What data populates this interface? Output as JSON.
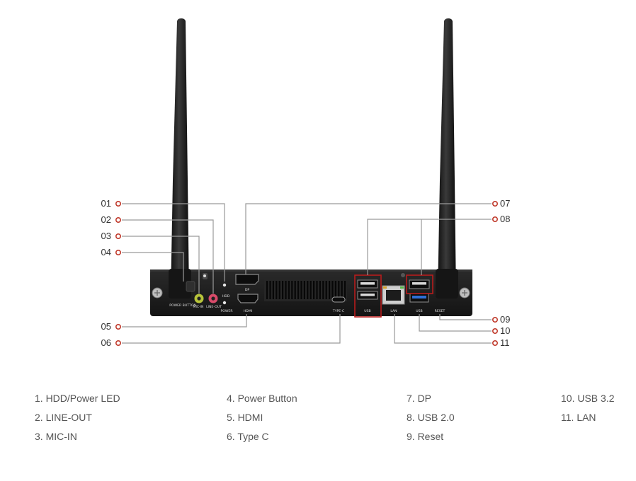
{
  "colors": {
    "callout_marker": "#c0392b",
    "leader_line": "#9a9a9a",
    "highlight_box": "#b71c1c",
    "chassis": "#1b1b1b",
    "antenna": "#222222",
    "usb3_port": "#2f6fd6",
    "mic_jack": "#b7c43a",
    "line_out_jack": "#d94b6a"
  },
  "device": {
    "silk_power_button": "POWER BUTTON",
    "silk_mic_in": "MIC-IN",
    "silk_line_out": "LINE-OUT",
    "silk_hdd": "HDD",
    "silk_power": "POWER",
    "silk_dp": "DP",
    "silk_hdmi": "HDMI",
    "silk_type_c": "TYPE-C",
    "silk_usb_left": "USB",
    "silk_lan": "LAN",
    "silk_usb_right": "USB",
    "silk_reset": "RESET"
  },
  "callouts": [
    {
      "num": "01"
    },
    {
      "num": "02"
    },
    {
      "num": "03"
    },
    {
      "num": "04"
    },
    {
      "num": "05"
    },
    {
      "num": "06"
    },
    {
      "num": "07"
    },
    {
      "num": "08"
    },
    {
      "num": "09"
    },
    {
      "num": "10"
    },
    {
      "num": "11"
    }
  ],
  "legend": {
    "col1": [
      "1. HDD/Power LED",
      "2. LINE-OUT",
      "3. MIC-IN"
    ],
    "col2": [
      "4. Power Button",
      "5. HDMI",
      "6. Type C"
    ],
    "col3": [
      "7. DP",
      "8. USB 2.0",
      "9. Reset"
    ],
    "col4": [
      "10. USB 3.2",
      "11. LAN"
    ]
  }
}
